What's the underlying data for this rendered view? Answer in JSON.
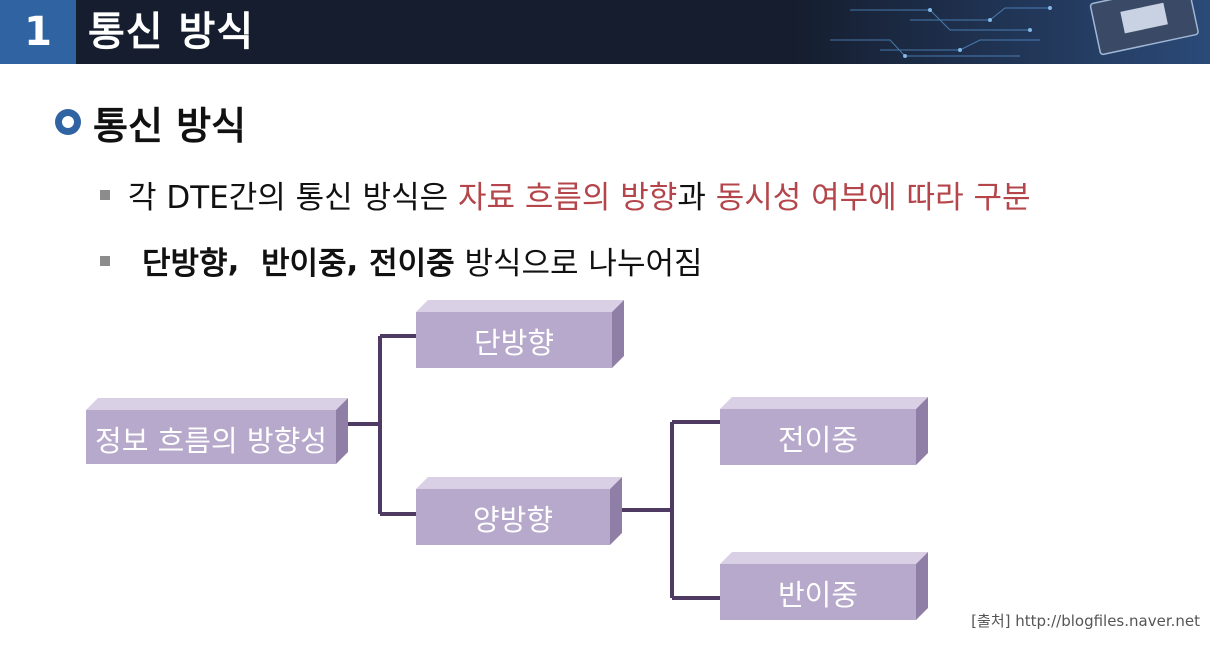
{
  "header": {
    "number": "1",
    "title": "통신 방식"
  },
  "section": {
    "title": "통신 방식"
  },
  "bullets": {
    "b1": {
      "prefix": "각 DTE간의 통신 방식은 ",
      "highlight1": "자료 흐름의 방향",
      "mid": "과 ",
      "highlight2": "동시성 여부에 따라 구분"
    },
    "b2": {
      "item1": "단방향",
      "sep1": ",  ",
      "item2": "반이중",
      "sep2": ", ",
      "item3": "전이중",
      "suffix": " 방식으로 나누어짐"
    }
  },
  "diagram": {
    "root": "정보 흐름의 방향성",
    "simplex": "단방향",
    "duplex": "양방향",
    "full": "전이중",
    "half": "반이중"
  },
  "source": "[출처] http://blogfiles.naver.net",
  "colors": {
    "accent": "#2f63a2",
    "highlight": "#b4454a",
    "box": "#b6a9cb",
    "connector": "#4e3a63"
  }
}
